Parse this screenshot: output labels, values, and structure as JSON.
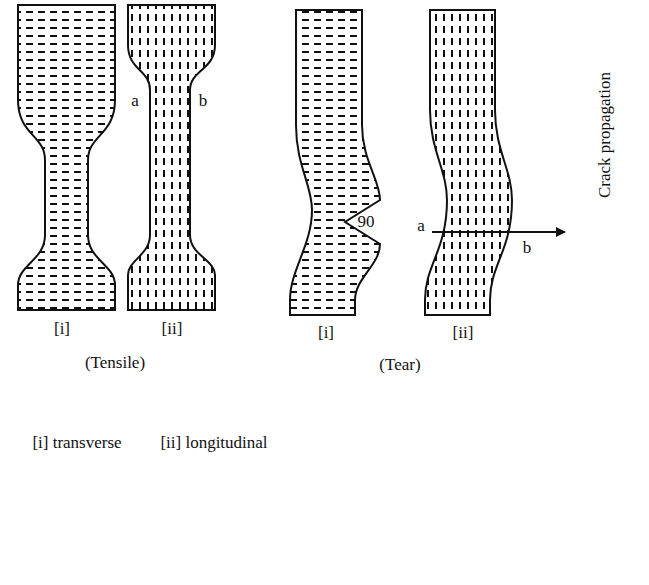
{
  "diagram": {
    "labels": [
      "a",
      "b",
      "[i]",
      "[ii]",
      "(Tensile)",
      "90",
      "a",
      "b",
      "Crack propagation",
      "[i]",
      "[ii]",
      "(Tear)",
      "[i] transverse",
      "[ii] longitudinal"
    ]
  }
}
